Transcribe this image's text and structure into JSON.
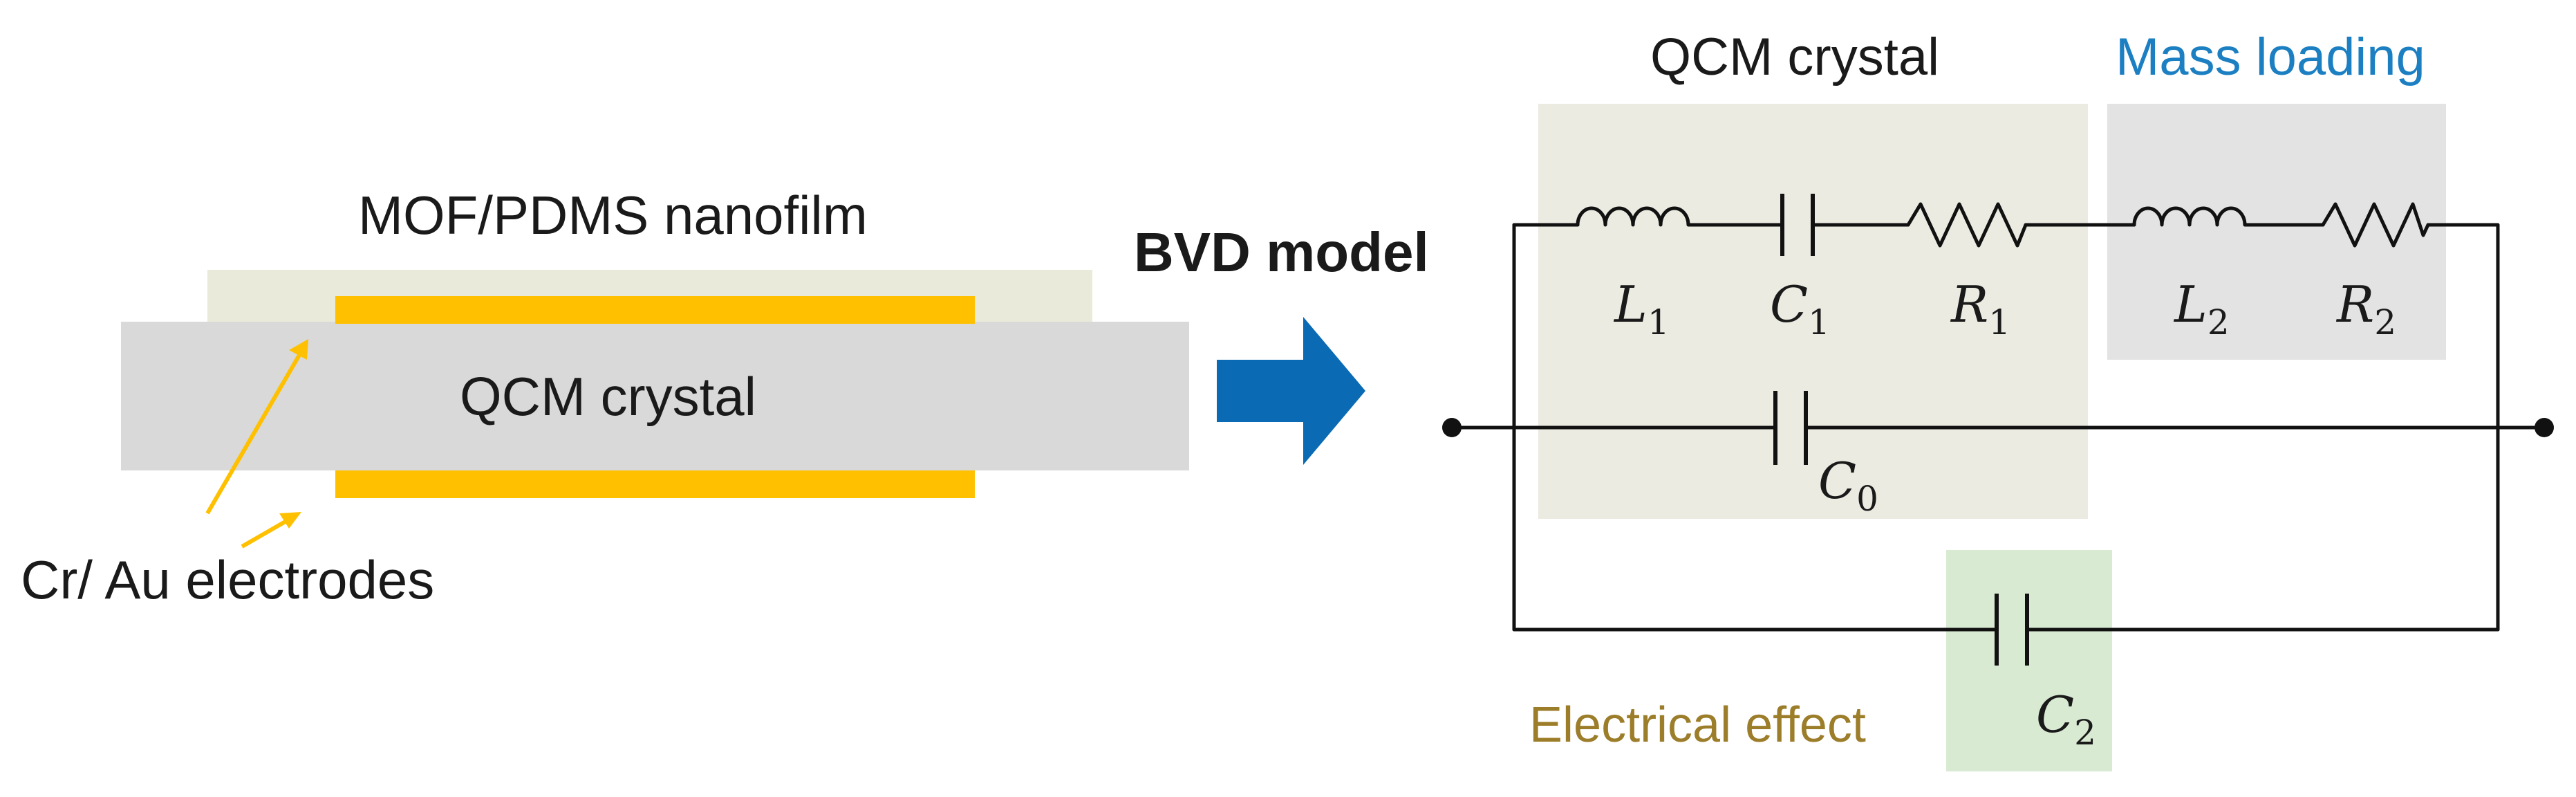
{
  "left_panel": {
    "film_label": "MOF/PDMS nanofilm",
    "crystal_label": "QCM crystal",
    "electrode_label": "Cr/ Au electrodes",
    "colors": {
      "film": "#e9ead9",
      "crystal": "#d9d9d9",
      "electrode": "#ffc000",
      "arrow": "#ffc000"
    }
  },
  "center": {
    "arrow_color": "#0a6ab4",
    "model_label": "BVD model"
  },
  "circuit": {
    "qcm_box_label": "QCM crystal",
    "mass_box_label": "Mass loading",
    "electrical_box_label": "Electrical effect",
    "colors": {
      "qcm_box": "#ecebe1",
      "mass_box": "#e3e3e3",
      "electrical_box": "#d9ead3",
      "mass_label": "#1b7fc2",
      "electrical_label": "#9c7d2a"
    },
    "components": {
      "L1": {
        "main": "L",
        "sub": "1"
      },
      "C1": {
        "main": "C",
        "sub": "1"
      },
      "R1": {
        "main": "R",
        "sub": "1"
      },
      "L2": {
        "main": "L",
        "sub": "2"
      },
      "R2": {
        "main": "R",
        "sub": "2"
      },
      "C0": {
        "main": "C",
        "sub": "0"
      },
      "C2": {
        "main": "C",
        "sub": "2"
      }
    }
  }
}
